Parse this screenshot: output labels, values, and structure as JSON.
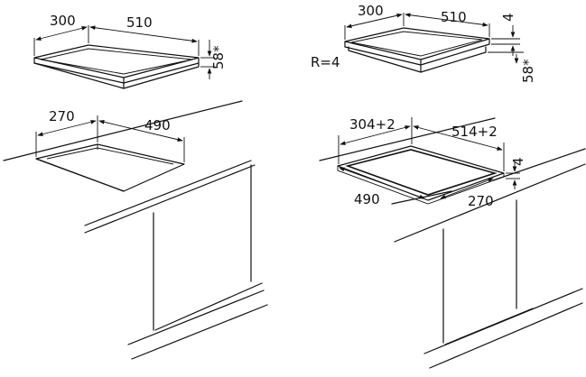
{
  "left": {
    "appliance_width": "300",
    "appliance_depth": "510",
    "appliance_height": "58*",
    "cutout_width": "270",
    "cutout_depth": "490"
  },
  "right": {
    "appliance_width": "300",
    "appliance_depth": "510",
    "edge_thickness": "4",
    "appliance_height": "58*",
    "corner_radius": "R=4",
    "recess_width": "304+2",
    "recess_depth": "514+2",
    "recess_height": "4",
    "cutout_depth": "490",
    "cutout_width": "270"
  }
}
